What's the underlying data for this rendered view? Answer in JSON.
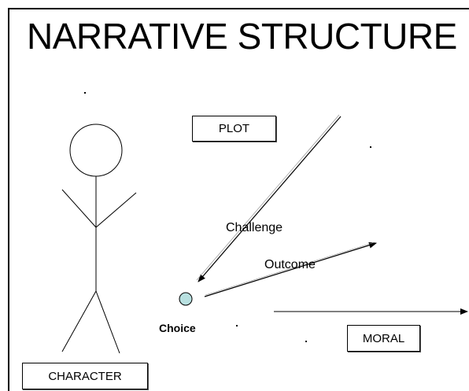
{
  "title": "NARRATIVE STRUCTURE",
  "boxes": {
    "plot": "PLOT",
    "moral": "MORAL",
    "character": "CHARACTER"
  },
  "labels": {
    "challenge": "Challenge",
    "outcome": "Outcome",
    "choice": "Choice"
  },
  "colors": {
    "line": "#000000",
    "choice_node": "#b8e0e0"
  }
}
